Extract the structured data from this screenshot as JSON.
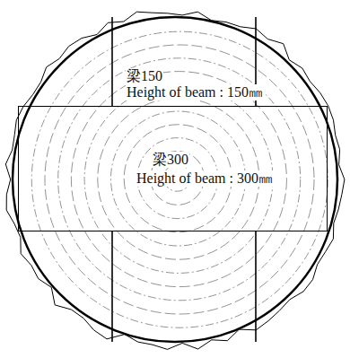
{
  "diagram": {
    "nodes": [
      {
        "text": [
          "梁150",
          "Height of beam : 150㎜"
        ]
      },
      {
        "text": [
          "梁300",
          "Height of beam : 300㎜"
        ]
      }
    ]
  }
}
